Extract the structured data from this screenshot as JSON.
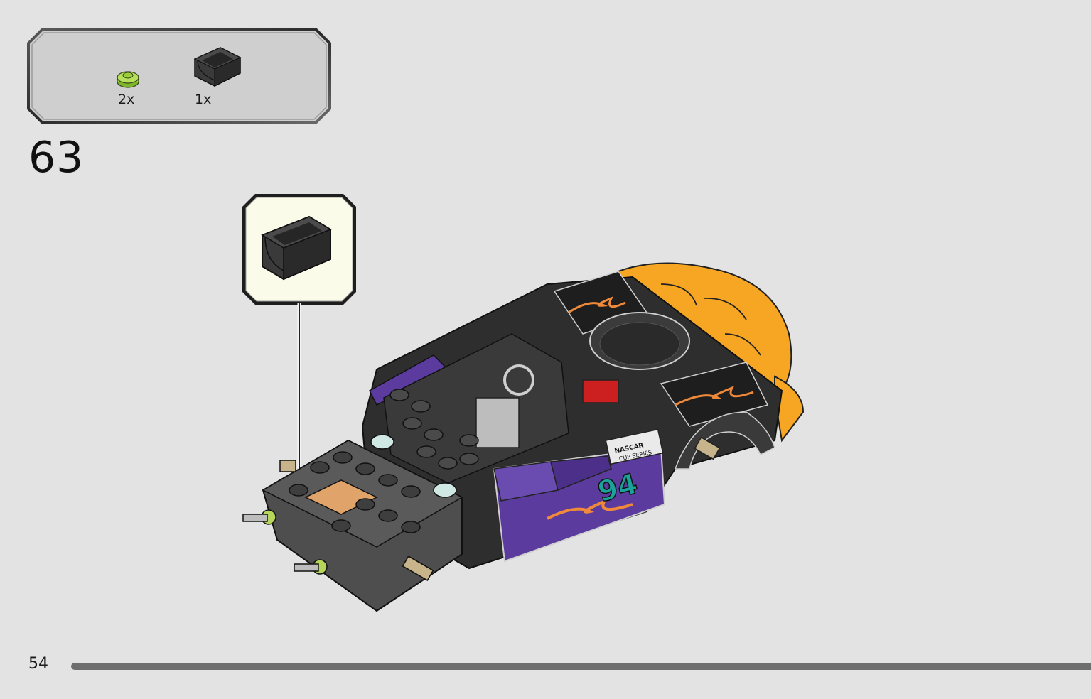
{
  "parts_list": {
    "items": [
      {
        "quantity": "2x",
        "part_icon": "round-plate-lime-icon",
        "color": "#9ccd3a"
      },
      {
        "quantity": "1x",
        "part_icon": "curved-slope-brick-black-icon",
        "color": "#2b2b2b"
      }
    ]
  },
  "step": {
    "number": "63"
  },
  "callout": {
    "part_icon": "curved-slope-brick-black-icon",
    "background": "#fbfbea"
  },
  "model": {
    "decal_number": "94",
    "decal_series": "NASCAR",
    "decal_cup": "CUP SERIES",
    "colors": {
      "body": "#2e2e2e",
      "accent_orange": "#f6a623",
      "accent_purple": "#5b3c9e",
      "number_teal": "#1aa39a"
    }
  },
  "footer": {
    "page_number": "54",
    "progress": 1.0
  }
}
